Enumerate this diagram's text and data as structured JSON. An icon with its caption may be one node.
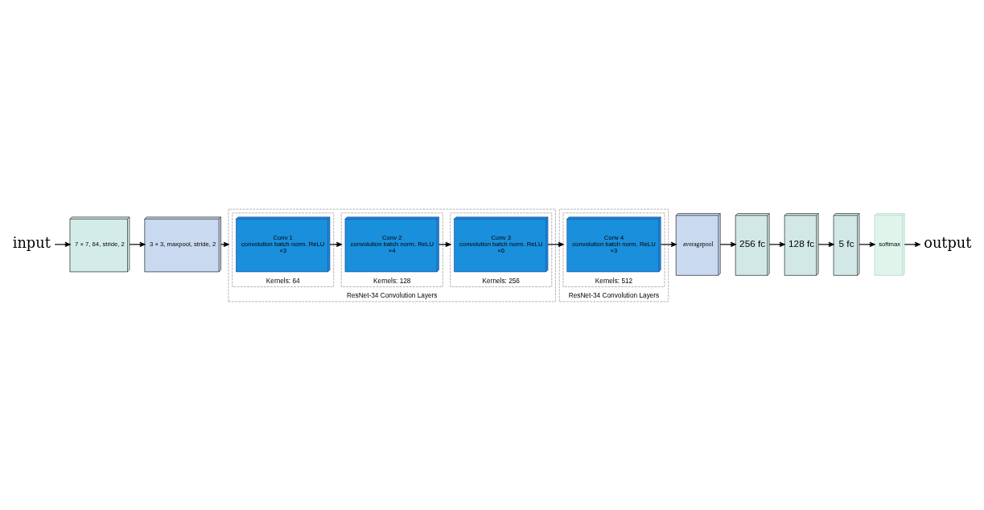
{
  "diagram": {
    "nodes": [
      {
        "text": [
          "input"
        ]
      },
      {
        "text": [
          "7 × 7, 64, stride, 2"
        ]
      },
      {
        "text": [
          "3 × 3, maxpool, stride, 2"
        ]
      },
      {
        "text": [
          "ResNet-34 Convolution Layers"
        ]
      },
      {
        "text": [
          "Kernels: 64"
        ],
        "in": 3
      },
      {
        "text": [
          "Conv 1",
          "convolution batch norm. ReLU",
          "×3"
        ],
        "in": 4
      },
      {
        "text": [
          "Kernels: 128"
        ],
        "in": 3
      },
      {
        "text": [
          "Conv 2",
          "convolution batch norm. ReLU",
          "×4"
        ],
        "in": 6
      },
      {
        "text": [
          "Kernels: 256"
        ],
        "in": 3
      },
      {
        "text": [
          "Conv 3",
          "convolution batch norm. ReLU",
          "×6"
        ],
        "in": 8
      },
      {
        "text": [
          "ResNet-34 Convolution Layers"
        ]
      },
      {
        "text": [
          "Kernels: 512"
        ],
        "in": 10
      },
      {
        "text": [
          "Conv 4",
          "convolution batch norm. ReLU",
          "×3"
        ],
        "in": 11
      },
      {
        "text": [
          "averagepool"
        ]
      },
      {
        "text": [
          "256 fc"
        ]
      },
      {
        "text": [
          "128 fc"
        ]
      },
      {
        "text": [
          "5 fc"
        ]
      },
      {
        "text": [
          "softmax"
        ]
      },
      {
        "text": [
          "output"
        ]
      }
    ],
    "edges": [
      {
        "from": 0,
        "to": 1,
        "arrow": "to"
      },
      {
        "from": 1,
        "to": 2,
        "arrow": "to"
      },
      {
        "from": 2,
        "to": 3,
        "arrow": "to"
      },
      {
        "from": 5,
        "to": 6,
        "arrow": "to"
      },
      {
        "from": 7,
        "to": 8,
        "arrow": "to"
      },
      {
        "from": 9,
        "to": 11,
        "arrow": "to"
      },
      {
        "from": 12,
        "to": 13,
        "arrow": "to"
      },
      {
        "from": 13,
        "to": 14,
        "arrow": "to"
      },
      {
        "from": 14,
        "to": 15,
        "arrow": "to"
      },
      {
        "from": 15,
        "to": 16,
        "arrow": "to"
      },
      {
        "from": 16,
        "to": 17,
        "arrow": "to"
      },
      {
        "from": 17,
        "to": 18,
        "arrow": "to"
      }
    ]
  }
}
